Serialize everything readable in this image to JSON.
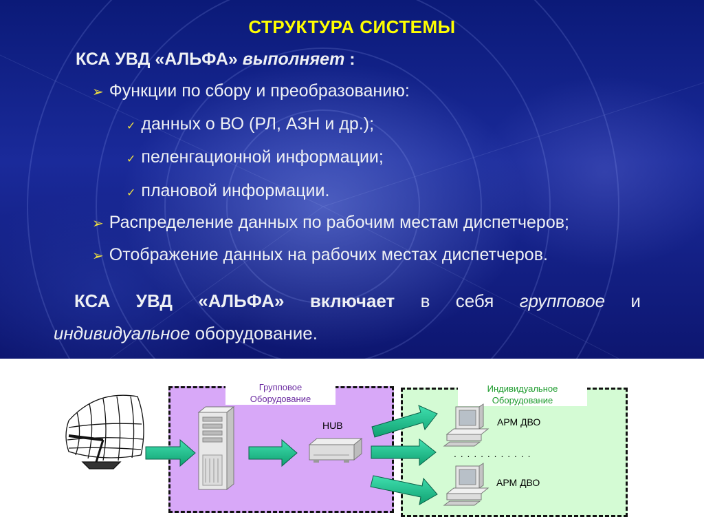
{
  "title": "СТРУКТУРА СИСТЕМЫ",
  "intro": {
    "bold_text": "КСА УВД «АЛЬФА»",
    "italic_text": "выполняет",
    "suffix": " :"
  },
  "bullets": [
    {
      "text": "Функции по сбору и преобразованию:"
    },
    {
      "text": "данных о ВО (РЛ, АЗН и др.);"
    },
    {
      "text": "пеленгационной информации;"
    },
    {
      "text": "плановой информации."
    },
    {
      "text": "Распределение данных по рабочим местам диспетчеров;"
    },
    {
      "text": "Отображение данных на рабочих местах диспетчеров."
    }
  ],
  "paragraph": {
    "w1": "КСА",
    "w2": "УВД",
    "w3": "«АЛЬФА»",
    "w4": "включает",
    "w5": "в",
    "w6": "себя",
    "w7": "групповое",
    "w8": "и",
    "line2_italic": "индивидуальное",
    "line2_rest": " оборудование."
  },
  "diagram": {
    "group_label": "Групповое\nОборудование",
    "individual_label": "Индивидуальное\nОборудование",
    "hub_label": "HUB",
    "workstation_label_1": "АРМ ДВО",
    "workstation_label_2": "АРМ ДВО",
    "dots": ". . . . . . .  . . . . .",
    "icons": [
      "antenna-icon",
      "server-icon",
      "hub-icon",
      "computer-icon"
    ],
    "colors": {
      "group_bg": "#d8a8f8",
      "individual_bg": "#d4fbd4",
      "arrow": "#20c090",
      "title": "#ffff00"
    }
  }
}
